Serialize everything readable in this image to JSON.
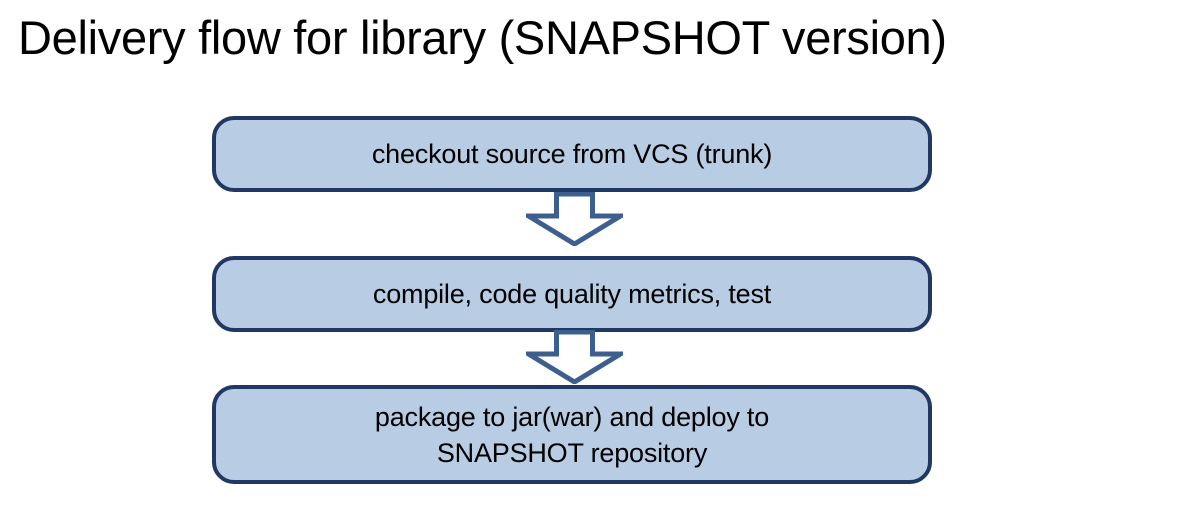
{
  "title": "Delivery flow for library (SNAPSHOT version)",
  "colors": {
    "background": "#ffffff",
    "node_fill": "#b8cce4",
    "node_border": "#1f3864",
    "arrow_stroke": "#3c5f8f",
    "arrow_fill": "#ffffff",
    "text": "#000000"
  },
  "diagram": {
    "type": "flowchart",
    "direction": "top-to-bottom",
    "nodes": [
      {
        "id": "checkout",
        "label": "checkout source from VCS (trunk)",
        "shape": "rounded-rectangle"
      },
      {
        "id": "compile",
        "label": "compile, code quality metrics, test",
        "shape": "rounded-rectangle"
      },
      {
        "id": "package",
        "label": "package to jar(war) and deploy to\nSNAPSHOT repository",
        "shape": "rounded-rectangle"
      }
    ],
    "connectors": [
      {
        "id": "arrow-1",
        "from": "checkout",
        "to": "compile",
        "icon": "down-block-arrow-icon"
      },
      {
        "id": "arrow-2",
        "from": "compile",
        "to": "package",
        "icon": "down-block-arrow-icon"
      }
    ]
  }
}
